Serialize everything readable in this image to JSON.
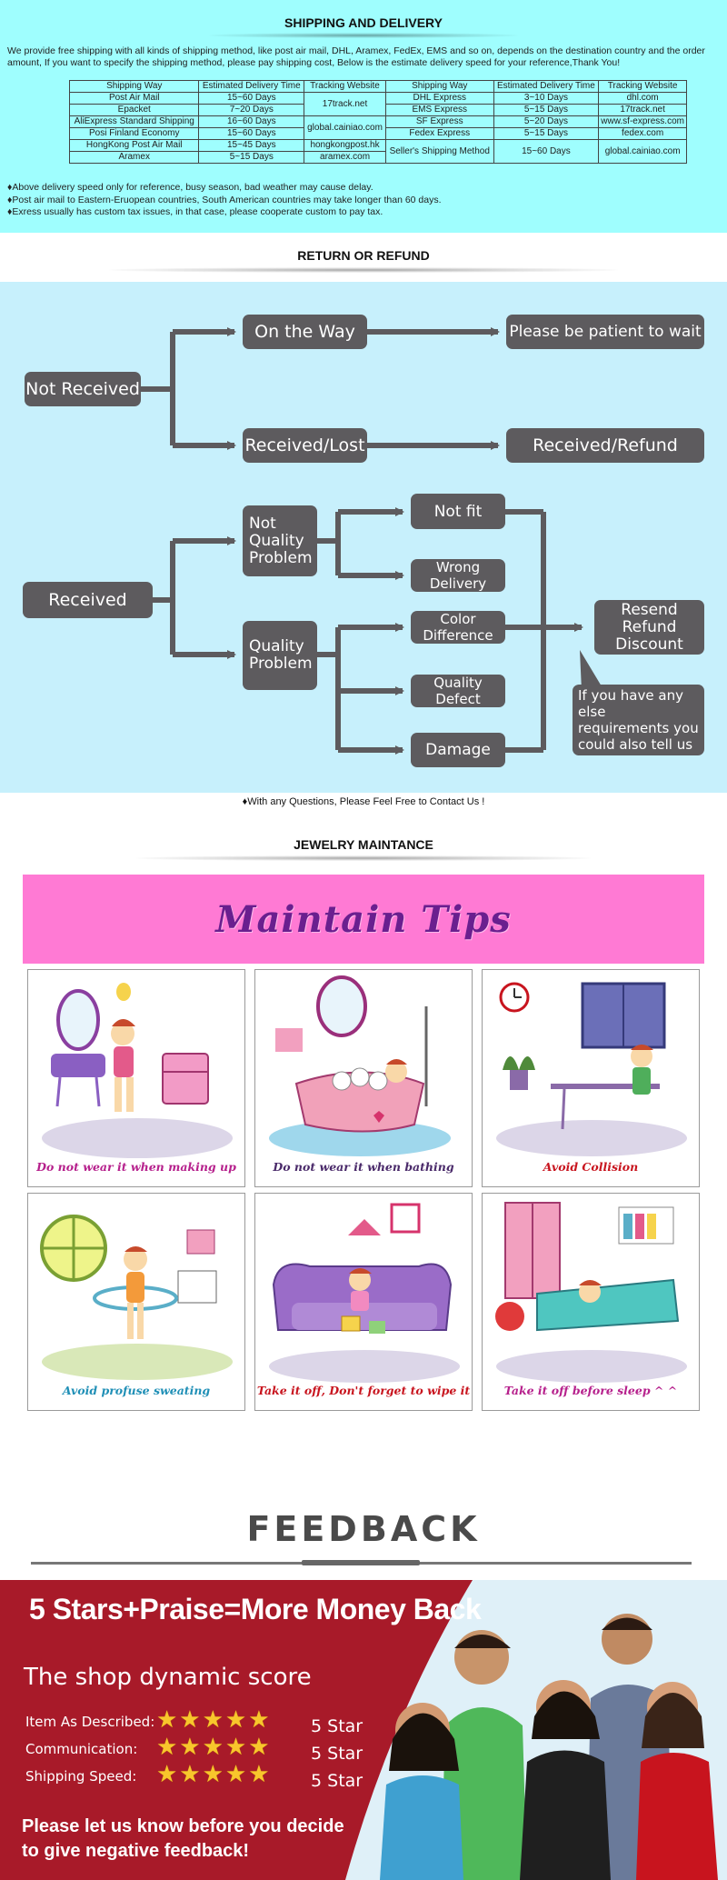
{
  "shipping": {
    "title": "SHIPPING AND DELIVERY",
    "intro": "We provide free shipping with all kinds of shipping method, like post air mail, DHL, Aramex, FedEx, EMS and so on, depends on the destination country and the order amount, If you want to specify the shipping method, please pay shipping cost, Below is the estimate delivery speed for your reference,Thank You!",
    "columns": [
      "Shipping Way",
      "Estimated Delivery Time",
      "Tracking Website",
      "Shipping Way",
      "Estimated Delivery Time",
      "Tracking Website"
    ],
    "left_rows": [
      [
        "Post Air Mail",
        "15~60 Days"
      ],
      [
        "Epacket",
        "7~20 Days"
      ],
      [
        "AliExpress Standard Shipping",
        "16~60 Days"
      ],
      [
        "Posi Finland Economy",
        "15~60 Days"
      ],
      [
        "HongKong Post Air Mail",
        "15~45 Days"
      ],
      [
        "Aramex",
        "5~15 Days"
      ]
    ],
    "left_tracking": [
      "17track.net",
      "global.cainiao.com",
      "hongkongpost.hk",
      "aramex.com"
    ],
    "right_rows": [
      [
        "DHL Express",
        "3~10 Days",
        "dhl.com"
      ],
      [
        "EMS Express",
        "5~15 Days",
        "17track.net"
      ],
      [
        "SF Express",
        "5~20 Days",
        "www.sf-express.com"
      ],
      [
        "Fedex Express",
        "5~15 Days",
        "fedex.com"
      ],
      [
        "Seller's Shipping Method",
        "15~60 Days",
        "global.cainiao.com"
      ]
    ],
    "notes": [
      "♦Above delivery speed only for reference, busy season, bad weather may cause delay.",
      "♦Post air mail to Eastern-Eruopean countries, South American countries may take longer than 60 days.",
      "♦Exress usually has custom tax issues, in that case, please cooperate custom to pay tax."
    ]
  },
  "refund": {
    "title": "RETURN OR REFUND",
    "not_received": "Not Received",
    "on_the_way": "On the Way",
    "be_patient": "Please be patient to wait",
    "received_lost": "Received/Lost",
    "received_refund": "Received/Refund",
    "received": "Received",
    "not_quality_problem": "Not Quality Problem",
    "quality_problem": "Quality Problem",
    "not_fit": "Not fit",
    "wrong_delivery": "Wrong Delivery",
    "color_difference": "Color Difference",
    "quality_defect": "Quality Defect",
    "damage": "Damage",
    "resend_refund_discount": "Resend Refund Discount",
    "else_requirements": "If you have any else requirements you could also tell us",
    "contact_line": "♦With any Questions, Please Feel Free to Contact Us !"
  },
  "jewelry": {
    "title": "JEWELRY MAINTANCE",
    "banner": "Maintain Tips",
    "tips": [
      {
        "caption": "Do not wear it when making up",
        "color": "#b6208c"
      },
      {
        "caption": "Do not wear it when bathing",
        "color": "#4a2a6a"
      },
      {
        "caption": "Avoid Collision",
        "color": "#c8141e"
      },
      {
        "caption": "Avoid profuse sweating",
        "color": "#1f8fb6"
      },
      {
        "caption": "Take it off, Don't forget to wipe it",
        "color": "#c8141e"
      },
      {
        "caption": "Take it off before sleep ^ ^",
        "color": "#b6208c"
      }
    ]
  },
  "feedback": {
    "title": "FEEDBACK",
    "headline": "5 Stars+Praise=More Money Back",
    "score_title": "The shop dynamic score",
    "rows": [
      {
        "label": "Item As Described:",
        "stars": "★★★★★",
        "value": "5 Star"
      },
      {
        "label": "Communication:",
        "stars": "★★★★★",
        "value": "5 Star"
      },
      {
        "label": "Shipping Speed:",
        "stars": "★★★★★",
        "value": "5 Star"
      }
    ],
    "cta": "Please let us know before you decide to give negative feedback!"
  },
  "colors": {
    "shipping_bg": "#9ffefe",
    "refund_bg": "#c7f0fc",
    "node": "#5d5b5e",
    "banner_pink": "#ff7ad4",
    "feedback_red": "#a81a29"
  }
}
